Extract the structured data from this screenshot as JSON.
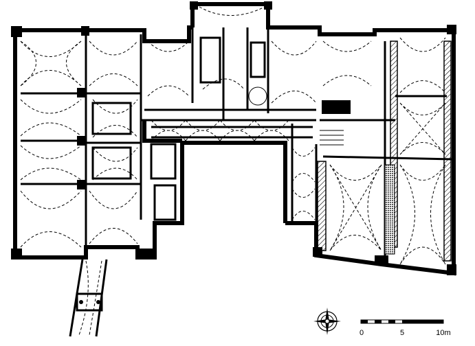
{
  "scale_bar": {
    "labels": [
      "0",
      "5",
      "10m"
    ]
  },
  "compass": {
    "icon": "compass-rose-icon"
  }
}
